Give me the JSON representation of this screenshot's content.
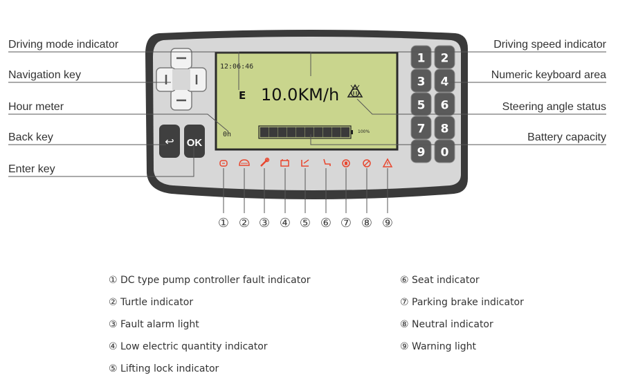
{
  "callouts_left": [
    {
      "id": "driving-mode",
      "text": "Driving mode indicator"
    },
    {
      "id": "navigation-key",
      "text": "Navigation key"
    },
    {
      "id": "hour-meter",
      "text": "Hour meter"
    },
    {
      "id": "back-key",
      "text": "Back key"
    },
    {
      "id": "enter-key",
      "text": "Enter key"
    }
  ],
  "callouts_right": [
    {
      "id": "driving-speed",
      "text": "Driving speed indicator"
    },
    {
      "id": "numeric-keyboard",
      "text": "Numeric keyboard area"
    },
    {
      "id": "steering-angle",
      "text": "Steering angle status"
    },
    {
      "id": "battery-capacity",
      "text": "Battery capacity"
    }
  ],
  "screen": {
    "time": "12:06:46",
    "mode": "E",
    "speed": "10.0KM/h",
    "hours": "0h",
    "battery_label": "100%",
    "battery_fraction": 1.0,
    "battery_segments": 10
  },
  "keys": {
    "back": "↩",
    "ok": "OK",
    "numeric": [
      "1",
      "2",
      "3",
      "4",
      "5",
      "6",
      "7",
      "8",
      "9",
      "0"
    ]
  },
  "indicator_numbers": [
    "①",
    "②",
    "③",
    "④",
    "⑤",
    "⑥",
    "⑦",
    "⑧",
    "⑨"
  ],
  "legend_left": [
    "① DC type pump controller fault indicator",
    "② Turtle indicator",
    "③ Fault alarm light",
    "④ Low electric quantity indicator",
    "⑤ Lifting lock indicator"
  ],
  "legend_right": [
    "⑥ Seat indicator",
    "⑦ Parking brake indicator",
    "⑧ Neutral indicator",
    "⑨ Warning light"
  ],
  "colors": {
    "bezel_outer": "#3a3a3a",
    "bezel_inner": "#d7d7d7",
    "screen": "#c9d58d",
    "indicator": "#e8472f",
    "line": "#555555"
  }
}
